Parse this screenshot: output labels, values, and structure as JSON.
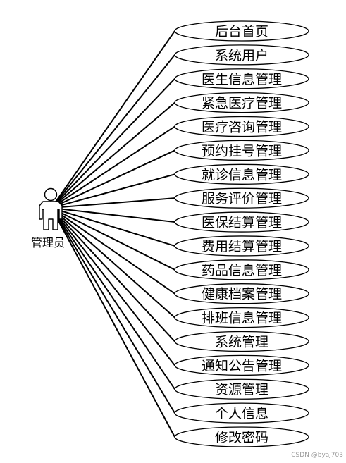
{
  "actor": {
    "label": "管理员"
  },
  "use_cases": [
    "后台首页",
    "系统用户",
    "医生信息管理",
    "紧急医疗管理",
    "医疗咨询管理",
    "预约挂号管理",
    "就诊信息管理",
    "服务评价管理",
    "医保结算管理",
    "费用结算管理",
    "药品信息管理",
    "健康档案管理",
    "排班信息管理",
    "系统管理",
    "通知公告管理",
    "资源管理",
    "个人信息",
    "修改密码"
  ],
  "watermark": "CSDN @byaj703",
  "colors": {
    "stroke": "#000000",
    "background": "#ffffff"
  }
}
